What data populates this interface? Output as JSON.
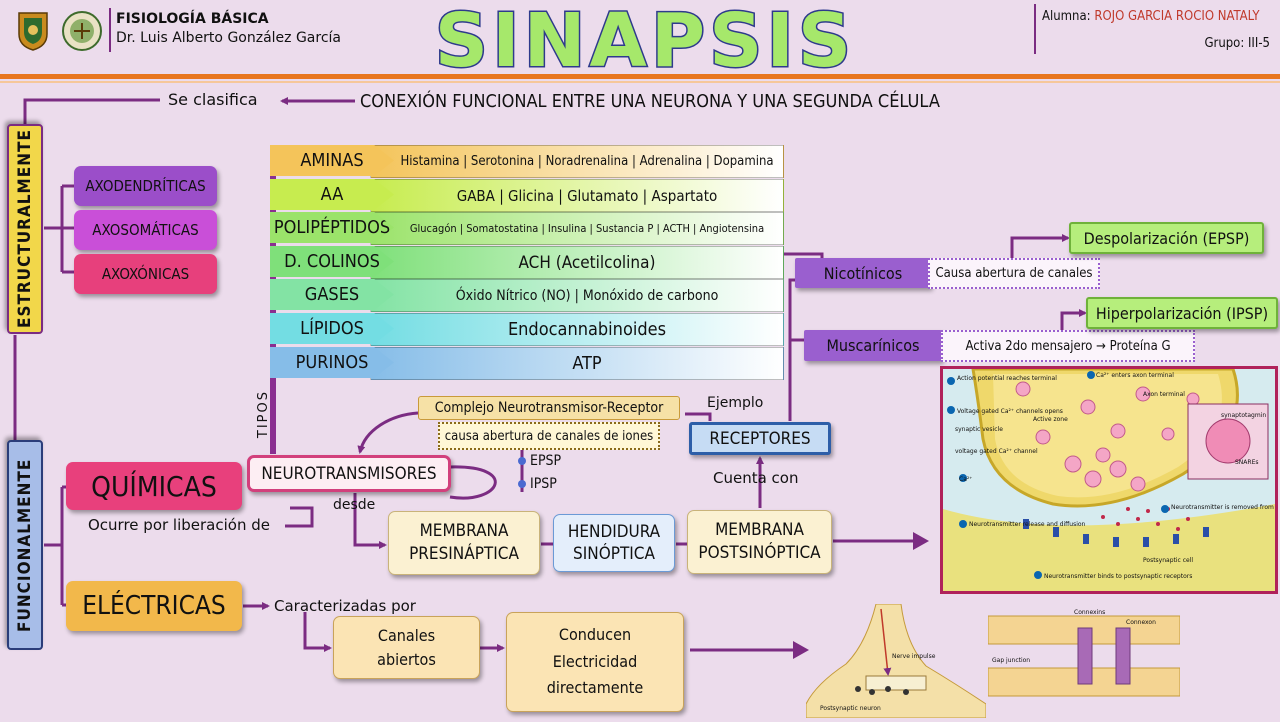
{
  "header": {
    "course": "FISIOLOGÍA BÁSICA",
    "teacher": "Dr. Luis Alberto González García",
    "title": "SINAPSIS",
    "student_label": "Alumna:",
    "student_name": "ROJO GARCIA ROCIO NATALY",
    "group": "Grupo: III-5"
  },
  "definition": {
    "text": "CONEXIÓN FUNCIONAL ENTRE UNA NEURONA Y UNA SEGUNDA CÉLULA",
    "link": "Se clasifica"
  },
  "structural": {
    "label": "ESTRUCTURALMENTE",
    "types": [
      "AXODENDRÍTICAS",
      "AXOSOMÁTICAS",
      "AXOXÓNICAS"
    ]
  },
  "functional": {
    "label": "FUNCIONALMENTE",
    "chemical": "QUÍMICAS",
    "electrical": "ELÉCTRICAS",
    "chemical_link": "Ocurre por liberación de",
    "electrical_link": "Caracterizadas por"
  },
  "neurotransmitters": {
    "tipos_label": "TIPOS",
    "rows": [
      {
        "category": "AMINAS",
        "examples": "Histamina | Serotonina | Noradrenalina | Adrenalina | Dopamina",
        "color": "#f4c45a"
      },
      {
        "category": "AA",
        "examples": "GABA | Glicina | Glutamato | Aspartato",
        "color": "#c7ec4f"
      },
      {
        "category": "POLIPÉPTIDOS",
        "examples": "Glucagón | Somatostatina | Insulina | Sustancia P | ACTH | Angiotensina",
        "color": "#9be36a"
      },
      {
        "category": "D. COLINOS",
        "examples": "ACH (Acetilcolina)",
        "color": "#7fe07a"
      },
      {
        "category": "GASES",
        "examples": "Óxido Nítrico (NO) | Monóxido de carbono",
        "color": "#83e3a4"
      },
      {
        "category": "LÍPIDOS",
        "examples": "Endocannabinoides",
        "color": "#73dde3"
      },
      {
        "category": "PURINOS",
        "examples": "ATP",
        "color": "#86bde8"
      }
    ]
  },
  "complex": {
    "title": "Complejo Neurotransmisor-Receptor",
    "desc": "causa abertura de canales de iones",
    "epsp": "EPSP",
    "ipsp": "IPSP"
  },
  "neurotransmisores": "NEUROTRANSMISORES",
  "desde": "desde",
  "membranes": {
    "pre": "MEMBRANA PRESINÁPTICA",
    "cleft": "HENDIDURA SINÓPTICA",
    "post": "MEMBRANA POSTSINÓPTICA"
  },
  "receptors": {
    "label": "RECEPTORES",
    "example": "Ejemplo",
    "has": "Cuenta con",
    "nicotinic": "Nicotínicos",
    "nicotinic_desc": "Causa abertura de canales",
    "muscarinic": "Muscarínicos",
    "muscarinic_desc": "Activa 2do mensajero → Proteína G",
    "epsp_full": "Despolarización (EPSP)",
    "ipsp_full": "Hiperpolarización (IPSP)"
  },
  "electrical_flow": {
    "channels": "Canales abiertos",
    "conduct": "Conducen Electricidad directamente"
  },
  "synapse_figure": {
    "labels": [
      "Action potential reaches terminal",
      "Ca²⁺ enters axon terminal",
      "Axon terminal",
      "Voltage gated Ca²⁺ channels opens",
      "synaptic vesicle",
      "Active zone",
      "synaptotagmin",
      "voltage gated Ca²⁺ channel",
      "SNAREs",
      "Ca²⁺",
      "Neurotransmitter release and diffusion",
      "Neurotransmitter is removed from synaptic cleft",
      "Postsynaptic cell",
      "Neurotransmitter binds to postsynaptic receptors"
    ]
  },
  "gap_figure": {
    "labels": [
      "Nerve impulse",
      "Postsynaptic neuron",
      "Connexins",
      "Connexon",
      "Gap junction"
    ]
  },
  "colors": {
    "accent_purple": "#7b2c82",
    "orange_line": "#e8761e",
    "chemical_box": "#e8407c",
    "electrical_box": "#f2b84b",
    "structural_box": "#f2d74a",
    "functional_box": "#a7bde8",
    "receptor_box": "#9a5fcf",
    "result_box": "#b6ee7c"
  }
}
